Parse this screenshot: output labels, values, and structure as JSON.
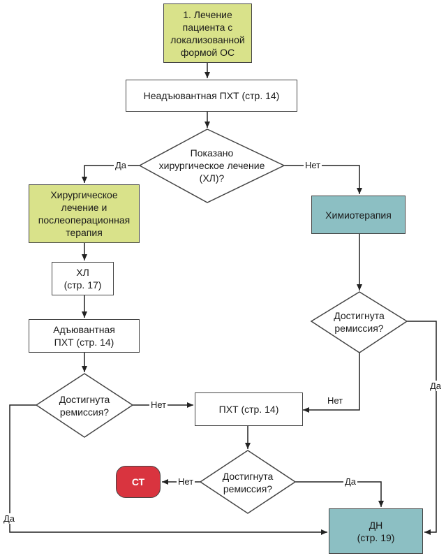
{
  "nodes": {
    "start": "1. Лечение\nпациента с\nлокализованной\nформой ОС",
    "neoadjuvant": "Неадъювантная ПХТ (стр. 14)",
    "surgery_indicated": "Показано\nхирургическое лечение\n(ХЛ)?",
    "surgery": "Хирургическое\nлечение и\nпослеоперационная\nтерапия",
    "chemo": "Химиотерапия",
    "hl": "ХЛ\n(стр. 17)",
    "adjuvant": "Адъювантная\nПХТ (стр. 14)",
    "remission_left": "Достигнута\nремиссия?",
    "remission_right": "Достигнута\nремиссия?",
    "pxt": "ПХТ (стр. 14)",
    "remission_bottom": "Достигнута\nремиссия?",
    "st": "СТ",
    "dn": "ДН\n(стр. 19)"
  },
  "labels": {
    "yes_top": "Да",
    "no_top": "Нет",
    "no_left": "Нет",
    "no_right": "Нет",
    "yes_right": "Да",
    "no_bottom": "Нет",
    "yes_bottom": "Да",
    "yes_left": "Да"
  },
  "colors": {
    "yellow": "#d9e28a",
    "teal": "#8cbfc3",
    "red": "#d9343f"
  }
}
